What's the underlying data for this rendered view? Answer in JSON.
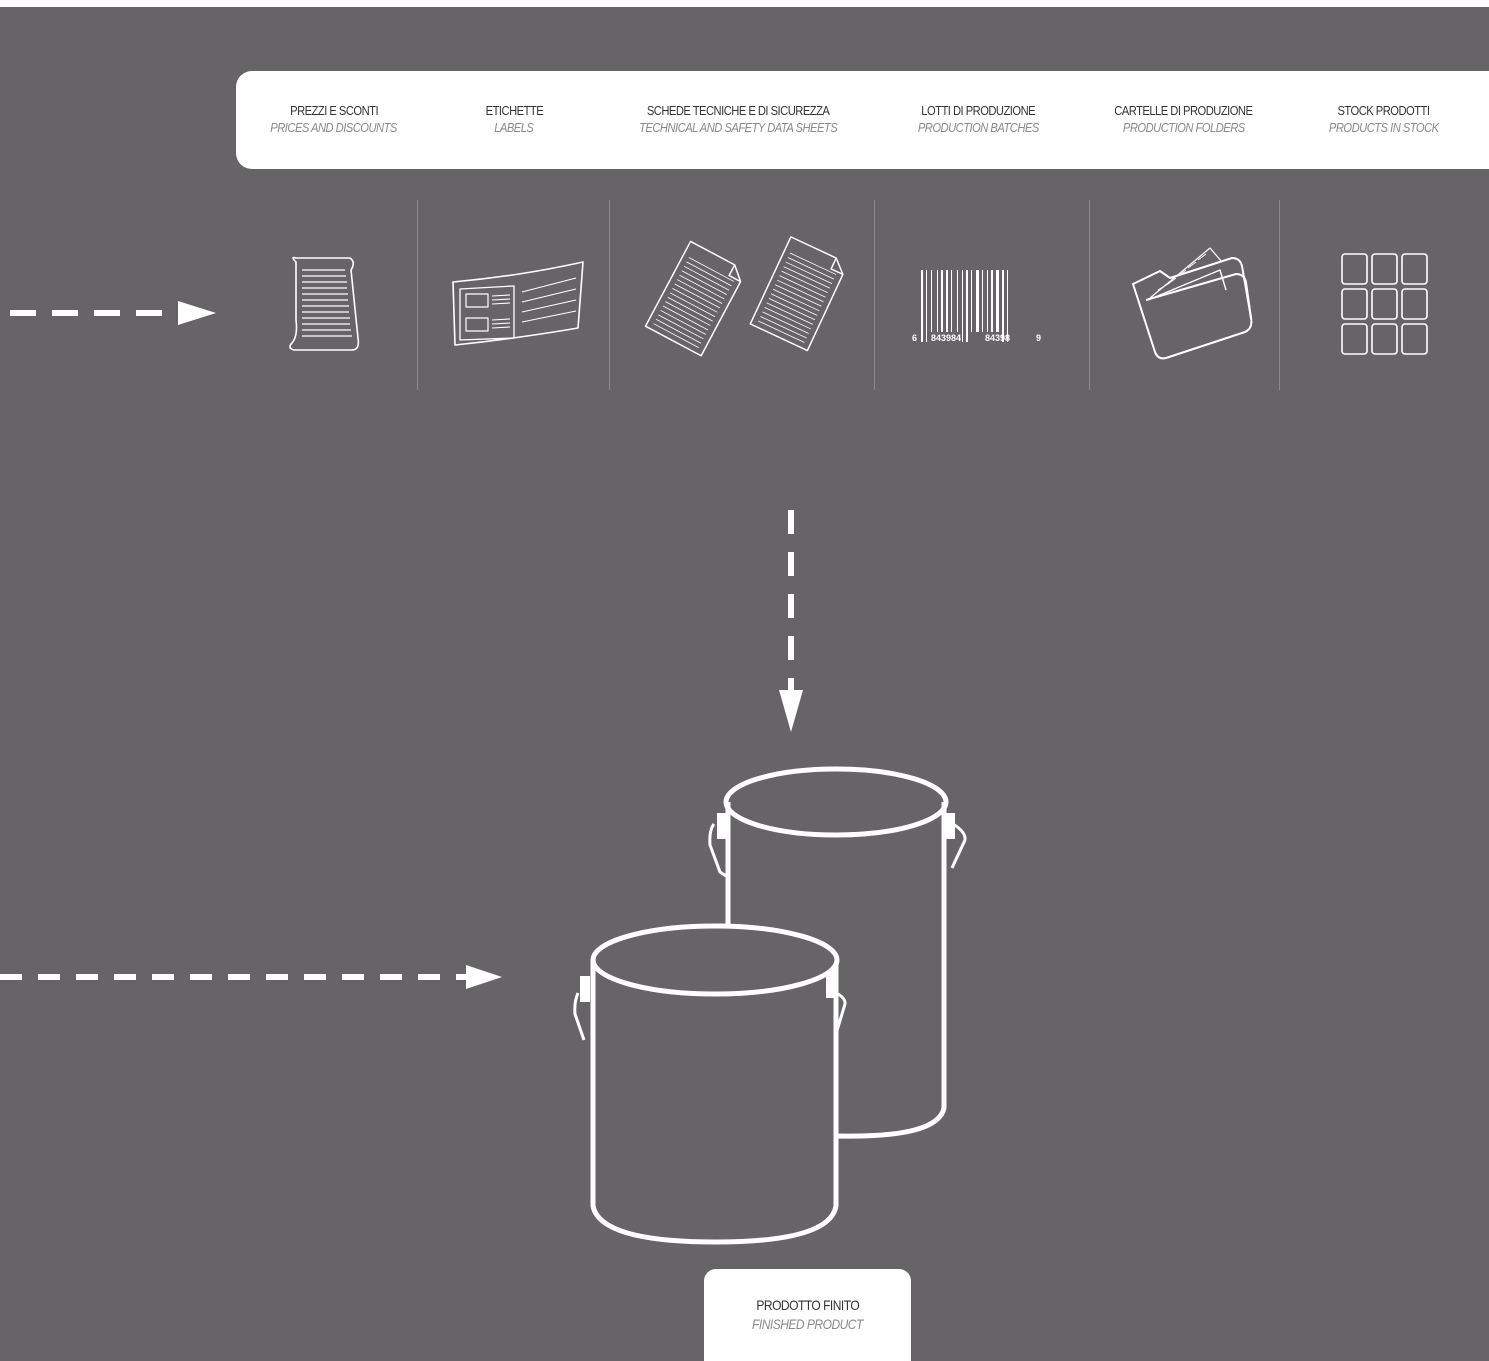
{
  "categories": [
    {
      "it": "PREZZI E SCONTI",
      "en": "PRICES AND DISCOUNTS",
      "icon": "scroll-icon"
    },
    {
      "it": "ETICHETTE",
      "en": "LABELS",
      "icon": "label-icon"
    },
    {
      "it": "SCHEDE TECNICHE E DI SICUREZZA",
      "en": "TECHNICAL AND SAFETY DATA SHEETS",
      "icon": "data-sheets-icon"
    },
    {
      "it": "LOTTI DI PRODUZIONE",
      "en": "PRODUCTION BATCHES",
      "icon": "barcode-icon"
    },
    {
      "it": "CARTELLE DI PRODUZIONE",
      "en": "PRODUCTION FOLDERS",
      "icon": "folder-icon"
    },
    {
      "it": "STOCK PRODOTTI",
      "en": "PRODUCTS IN STOCK",
      "icon": "stock-grid-icon"
    }
  ],
  "barcode": {
    "left": "6",
    "mid1": "843984",
    "mid2": "84398",
    "right": "9"
  },
  "finished": {
    "it": "PRODOTTO FINITO",
    "en": "FINISHED PRODUCT",
    "icon": "paint-cans-icon"
  },
  "colors": {
    "background": "#666467",
    "panel": "#ffffff",
    "line": "#ffffff"
  }
}
